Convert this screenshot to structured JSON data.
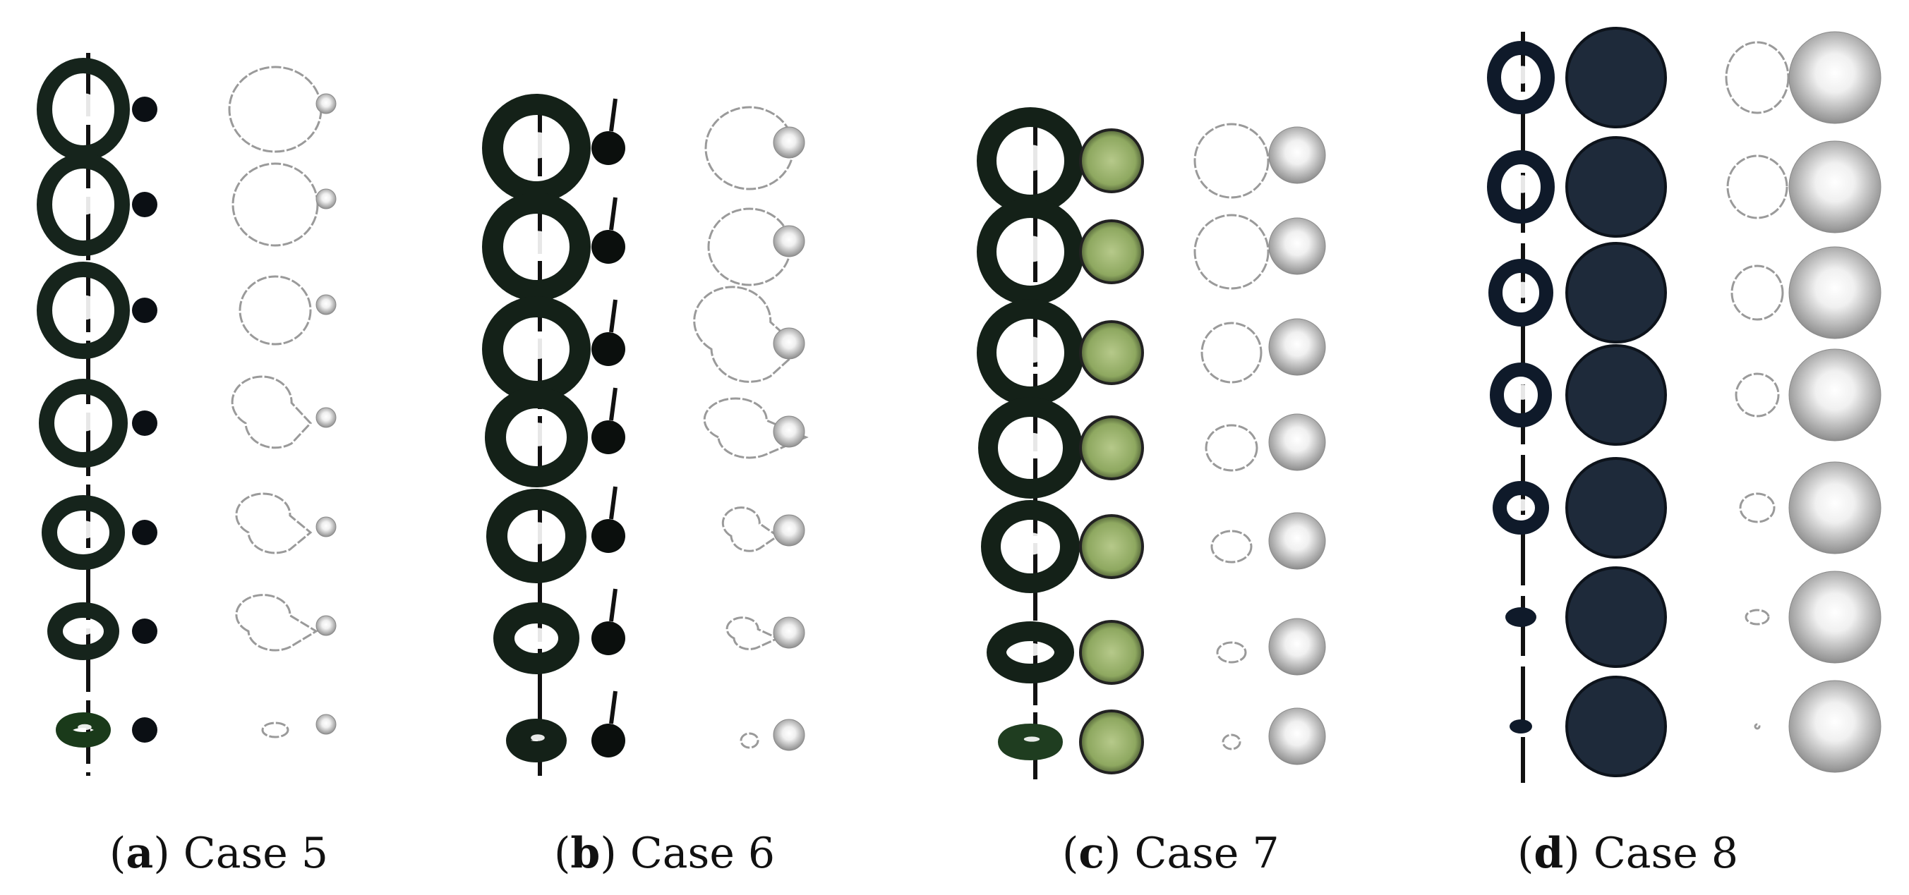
{
  "figure": {
    "panels": [
      {
        "letter": "a",
        "label": "Case 5"
      },
      {
        "letter": "b",
        "label": "Case 6"
      },
      {
        "letter": "c",
        "label": "Case 7"
      },
      {
        "letter": "d",
        "label": "Case 8"
      }
    ]
  }
}
